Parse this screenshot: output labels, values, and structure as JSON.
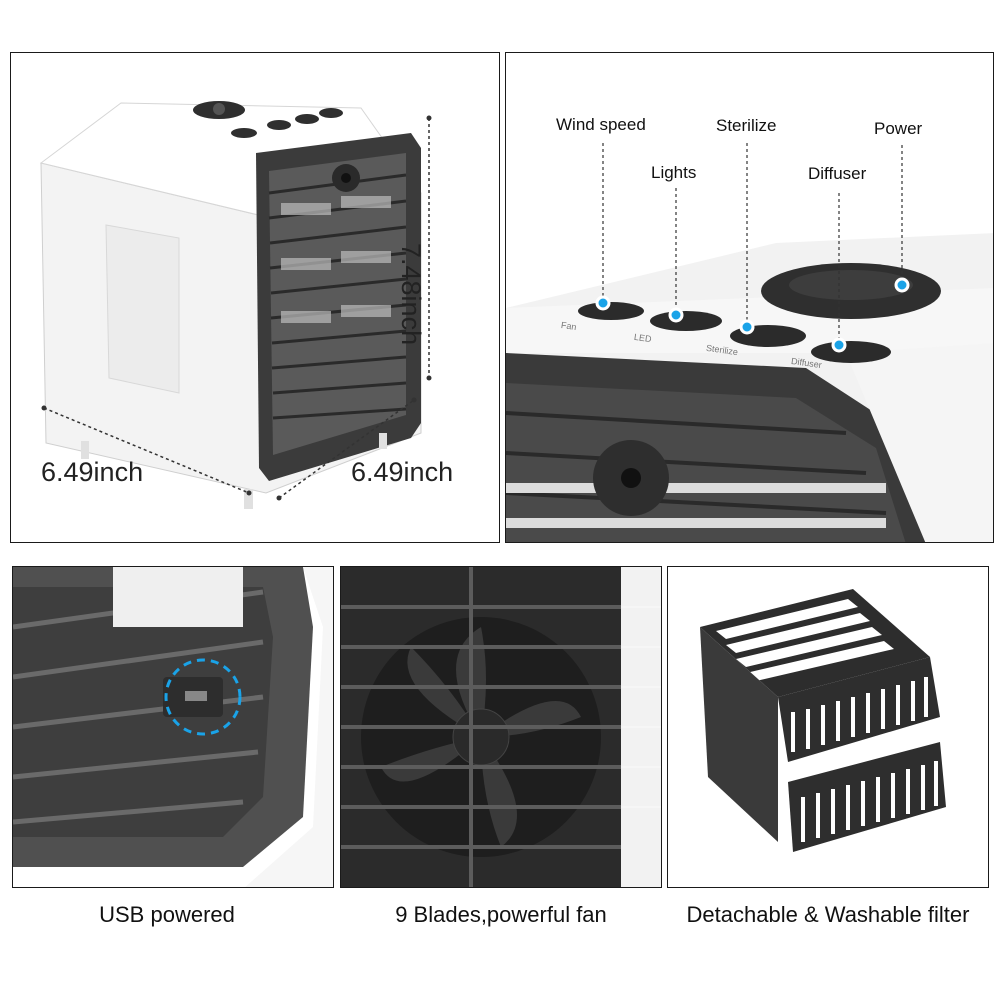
{
  "dimensions": {
    "height": "7.48inch",
    "width_left": "6.49inch",
    "width_right": "6.49inch"
  },
  "controls": {
    "wind_speed": "Wind speed",
    "lights": "Lights",
    "sterilize": "Sterilize",
    "diffuser": "Diffuser",
    "power": "Power"
  },
  "device_print": {
    "fan": "Fan",
    "led": "LED",
    "sterilize": "Sterilize",
    "diffuser": "Diffuser"
  },
  "captions": {
    "usb": "USB powered",
    "fan": "9 Blades,powerful fan",
    "filter": "Detachable & Washable filter"
  },
  "colors": {
    "accent": "#1aa3e8",
    "device_white": "#f4f4f4",
    "device_dark": "#3a3a3a"
  }
}
